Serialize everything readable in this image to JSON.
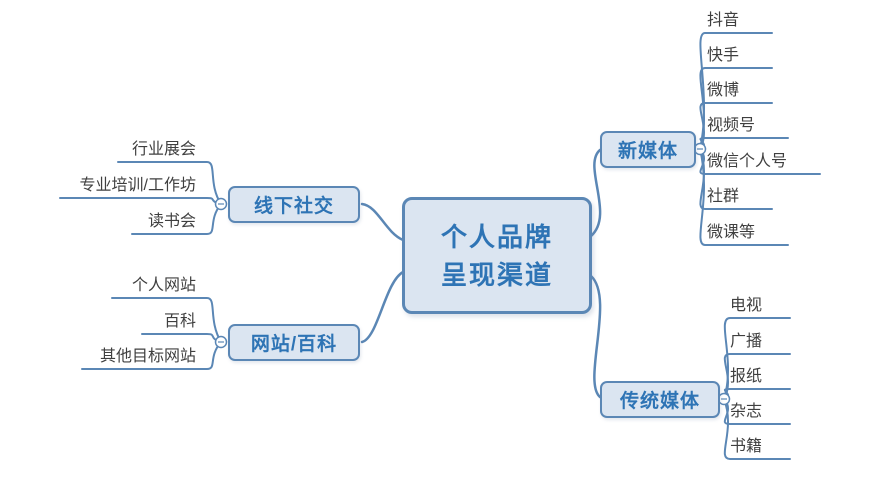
{
  "root": {
    "line1": "个人品牌",
    "line2": "呈现渠道"
  },
  "branches": [
    {
      "label": "线下社交",
      "children": [
        "行业展会",
        "专业培训/工作坊",
        "读书会"
      ]
    },
    {
      "label": "网站/百科",
      "children": [
        "个人网站",
        "百科",
        "其他目标网站"
      ]
    },
    {
      "label": "新媒体",
      "children": [
        "抖音",
        "快手",
        "微博",
        "视频号",
        "微信个人号",
        "社群",
        "微课等"
      ]
    },
    {
      "label": "传统媒体",
      "children": [
        "电视",
        "广播",
        "报纸",
        "杂志",
        "书籍"
      ]
    }
  ],
  "colors": {
    "line": "#5b87b5",
    "node_fill": "#dbe5f1",
    "node_border": "#5b87b5",
    "topic_text": "#2e74b5",
    "leaf_text": "#3f3f3f"
  }
}
